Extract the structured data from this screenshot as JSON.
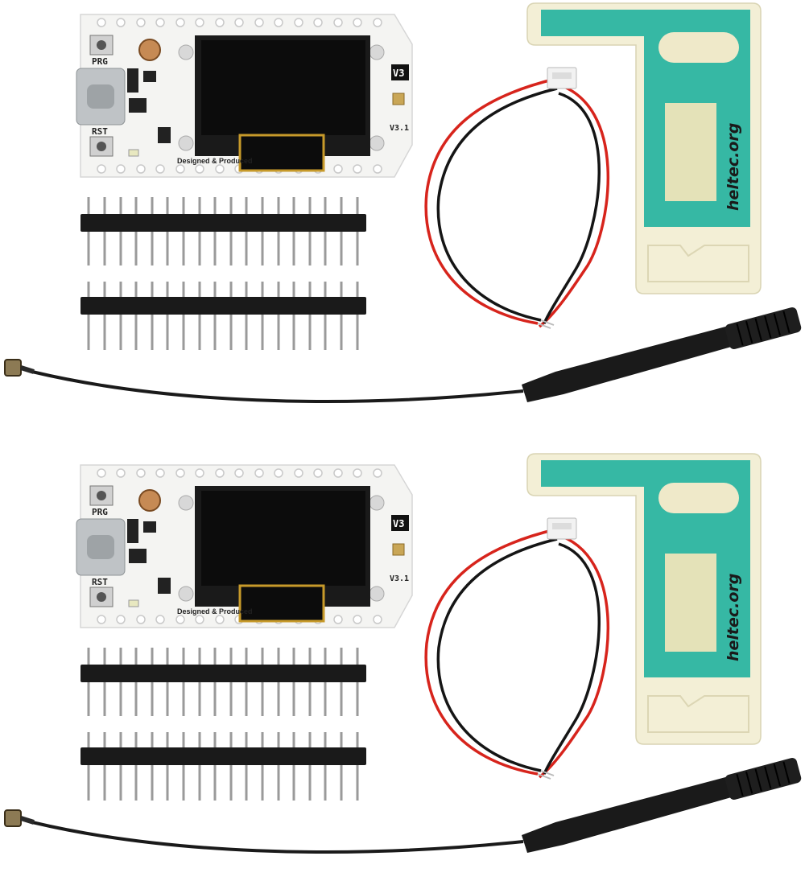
{
  "kits": [
    {
      "board": {
        "prg_label": "PRG",
        "rst_label": "RST",
        "version_badge": "V3",
        "revision_label": "V3.1",
        "silkscreen_text": "Designed & Produced",
        "colors": {
          "pcb": "#f4f4f2",
          "screen": "#0c0c0c",
          "usb": "#bfc3c6",
          "hole": "#c9c9c9"
        }
      },
      "headers": {
        "rows": 2,
        "pins_per_row": 18,
        "colors": {
          "housing": "#1a1a1a",
          "pin": "#9a9a9a"
        }
      },
      "battery_cable": {
        "wire_colors": [
          "#d7241c",
          "#151515"
        ],
        "connector_color": "#f2f2f2"
      },
      "lora_antenna": {
        "connector": "u.FL",
        "cable_color": "#1a1a1a"
      },
      "pcb_antenna": {
        "brand_text": "heltec.org",
        "colors": {
          "body": "#f3efd6",
          "trace": "#36b8a4",
          "window": "#e4e2b8"
        }
      }
    },
    {
      "board": {
        "prg_label": "PRG",
        "rst_label": "RST",
        "version_badge": "V3",
        "revision_label": "V3.1",
        "silkscreen_text": "Designed & Produced",
        "colors": {
          "pcb": "#f4f4f2",
          "screen": "#0c0c0c",
          "usb": "#bfc3c6",
          "hole": "#c9c9c9"
        }
      },
      "headers": {
        "rows": 2,
        "pins_per_row": 18,
        "colors": {
          "housing": "#1a1a1a",
          "pin": "#9a9a9a"
        }
      },
      "battery_cable": {
        "wire_colors": [
          "#d7241c",
          "#151515"
        ],
        "connector_color": "#f2f2f2"
      },
      "lora_antenna": {
        "connector": "u.FL",
        "cable_color": "#1a1a1a"
      },
      "pcb_antenna": {
        "brand_text": "heltec.org",
        "colors": {
          "body": "#f3efd6",
          "trace": "#36b8a4",
          "window": "#e4e2b8"
        }
      }
    }
  ]
}
